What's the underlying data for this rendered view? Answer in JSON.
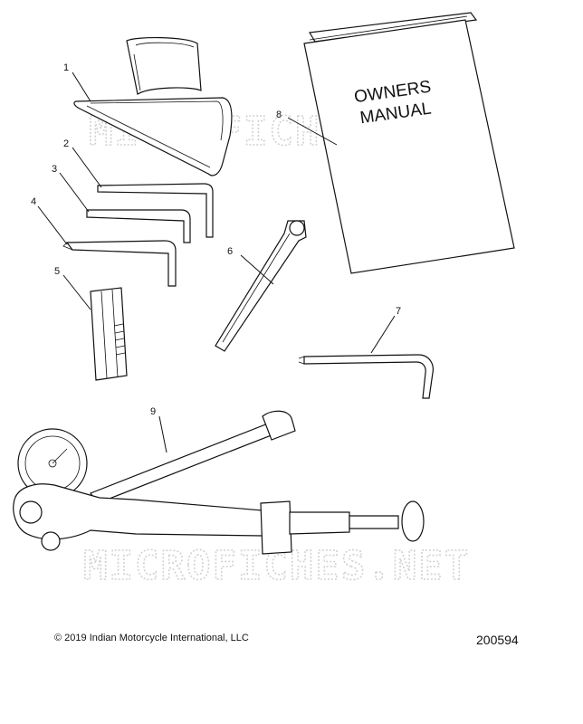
{
  "watermark": "MICROFICHES.NET",
  "manual": {
    "line1": "OWNERS",
    "line2": "MANUAL"
  },
  "callouts": [
    "1",
    "2",
    "3",
    "4",
    "5",
    "6",
    "7",
    "8",
    "9"
  ],
  "footer": {
    "copyright": "2019 Indian Motorcycle International, LLC",
    "copyright_symbol": "©",
    "doc_number": "200594"
  }
}
